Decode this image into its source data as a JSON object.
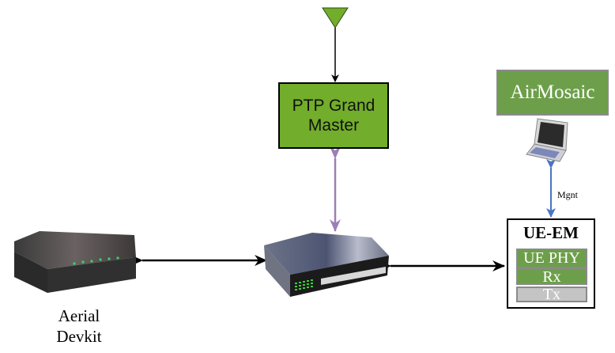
{
  "diagram": {
    "nodes": {
      "antenna": {
        "label": "",
        "icon": "antenna-triangle-icon",
        "color": "#72ad2b"
      },
      "ptp_grand_master": {
        "line1": "PTP Grand",
        "line2": "Master",
        "color": "#72ad2b"
      },
      "switch": {
        "label": "",
        "icon": "network-switch-icon"
      },
      "aerial_devkit": {
        "line1": "Aerial",
        "line2": "Devkit",
        "icon": "router-box-icon"
      },
      "airmosaic": {
        "label": "AirMosaic",
        "color": "#6d9f4a"
      },
      "laptop": {
        "label": "",
        "icon": "laptop-icon"
      },
      "ue_em": {
        "title": "UE-EM",
        "rows": [
          {
            "label": "UE PHY",
            "color": "#6d9f4a"
          },
          {
            "label": "Rx",
            "color": "#6d9f4a"
          },
          {
            "label": "Tx",
            "color": "#c4c4c4"
          }
        ]
      }
    },
    "edges": [
      {
        "from": "antenna",
        "to": "ptp_grand_master",
        "style": "one-way",
        "color": "#000000"
      },
      {
        "from": "ptp_grand_master",
        "to": "switch",
        "style": "bidirectional",
        "color": "#9b7fb5"
      },
      {
        "from": "aerial_devkit",
        "to": "switch",
        "style": "bidirectional",
        "color": "#000000"
      },
      {
        "from": "switch",
        "to": "ue_em",
        "style": "bidirectional",
        "color": "#000000"
      },
      {
        "from": "laptop",
        "to": "ue_em",
        "style": "bidirectional",
        "color": "#4a76c4",
        "label": "Mgnt"
      }
    ]
  }
}
